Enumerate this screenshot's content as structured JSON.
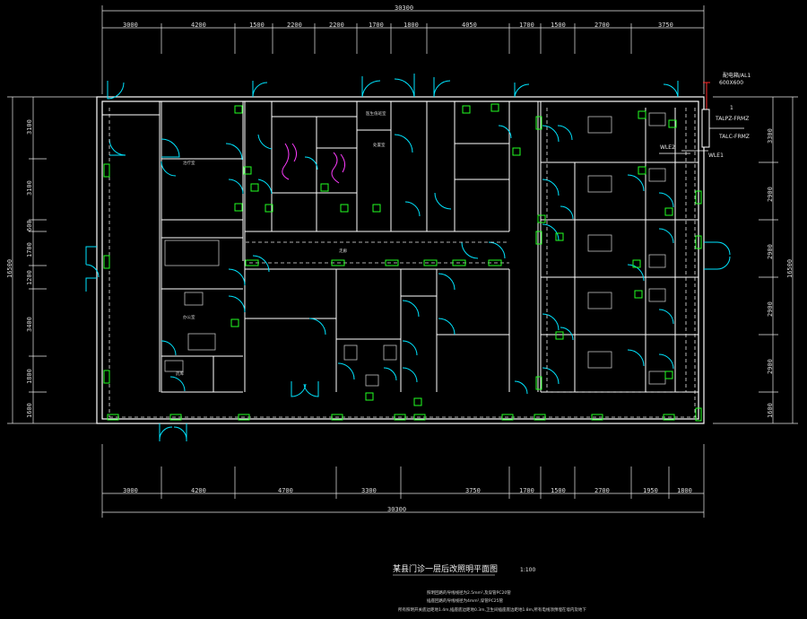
{
  "drawing": {
    "title": "某县门诊一层后改照明平面图",
    "scale": "1:100",
    "notes": [
      "照明回路的导线线径为2.5mm²,及穿管PC20管",
      "插座回路的导线线径为4mm²,穿管PC25管",
      "所有照明开关底边距地1.4m,插座底边距地0.3m,卫生间插座底边距地1.8m,所有电线须预埋在墙内及地下"
    ]
  },
  "dimensions": {
    "top_total": "30300",
    "top_segments": [
      "3000",
      "4200",
      "1500",
      "2200",
      "2200",
      "1700",
      "1800",
      "4050",
      "1700",
      "1500",
      "2700",
      "3750"
    ],
    "bottom_total": "30300",
    "bottom_segments": [
      "3000",
      "4200",
      "4700",
      "3300",
      "3750",
      "1700",
      "1500",
      "2700",
      "1950",
      "1800"
    ],
    "left_total": "16500",
    "left_segments": [
      "3100",
      "3100",
      "600",
      "1700",
      "1200",
      "3400",
      "1800",
      "1600"
    ],
    "right_total": "16500",
    "right_segments": [
      "3300",
      "2900",
      "2900",
      "2900",
      "2900",
      "1600"
    ]
  },
  "labels": {
    "distribution_box": "配电箱/AL1",
    "box_size": "600X600",
    "panel_1": "TALPZ-FRMZ",
    "panel_2": "TALC-FRMZ",
    "wle2": "WLE2",
    "wle1": "WLE1",
    "panel_no": "1",
    "office": "办公室",
    "storage": "药库",
    "treatment": "治疗室",
    "corridor": "走廊",
    "room_3": "医生值班室",
    "room_mid": "处置室"
  },
  "colors": {
    "wall": "#ffffff",
    "door": "#00e5ff",
    "fixture": "#22ff22",
    "wire": "#ffffff",
    "magenta": "#ff3cff",
    "red": "#ff2a2a",
    "dim_line": "#e8e8e8"
  }
}
